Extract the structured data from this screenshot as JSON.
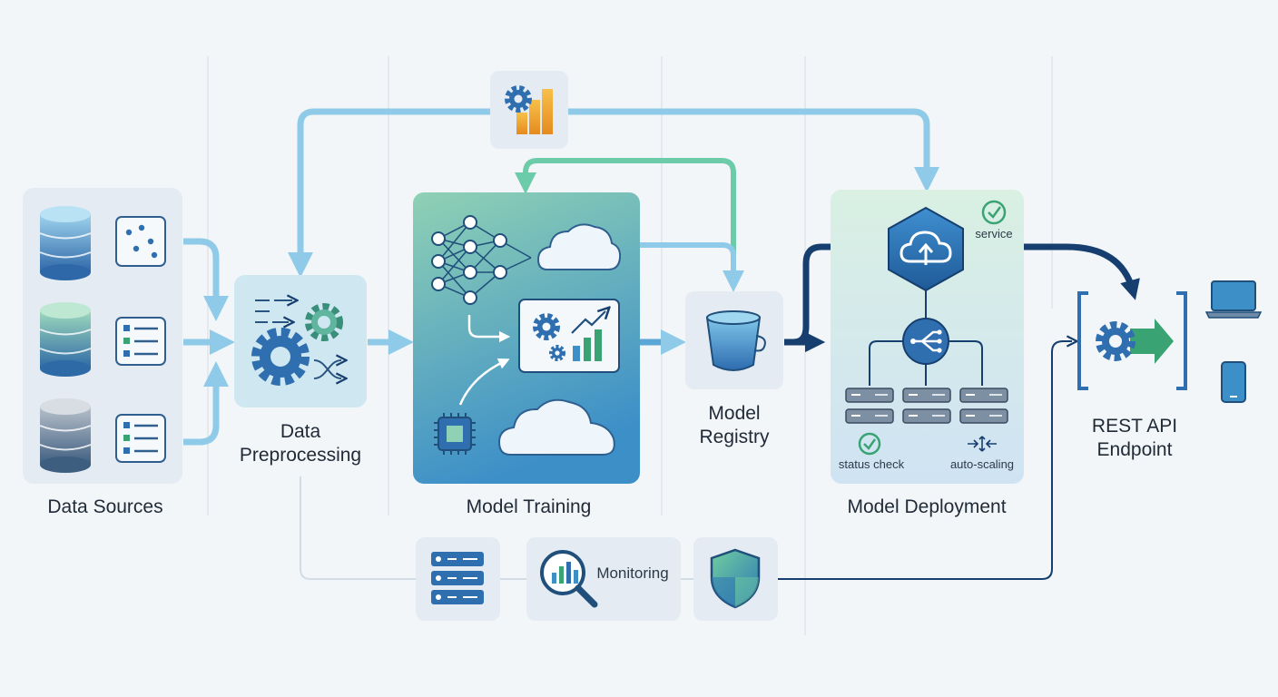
{
  "labels": {
    "data_sources": "Data Sources",
    "data_preprocessing_line1": "Data",
    "data_preprocessing_line2": "Preprocessing",
    "model_training": "Model Training",
    "model_registry_line1": "Model",
    "model_registry_line2": "Registry",
    "model_deployment": "Model Deployment",
    "service": "service",
    "status_check": "status check",
    "auto_scaling": "auto-scaling",
    "rest_api_line1": "REST API",
    "rest_api_line2": "Endpoint",
    "monitoring": "Monitoring"
  },
  "colors": {
    "background": "#f3f6f9",
    "panel": "#e4ebf3",
    "light_arrow": "#8fcbe8",
    "green_arrow": "#6ccba8",
    "dark_arrow": "#163e6e",
    "icon_blue": "#2f6fb0",
    "training_top": "#8fd1b4",
    "training_bottom": "#3d8fc8",
    "accent_orange": "#f2a126",
    "check_green": "#3aa373"
  },
  "icons": [
    "database-icon",
    "scatter-icon",
    "list-icon",
    "shuffle-icon",
    "gear-icon",
    "neural-network-icon",
    "cloud-icon",
    "chart-icon",
    "chip-icon",
    "bucket-icon",
    "cloud-upload-icon",
    "load-balancer-icon",
    "server-icon",
    "check-icon",
    "scale-icon",
    "gear-arrow-icon",
    "laptop-icon",
    "phone-icon",
    "server-stack-icon",
    "magnifier-chart-icon",
    "shield-icon",
    "settings-chart-icon"
  ]
}
